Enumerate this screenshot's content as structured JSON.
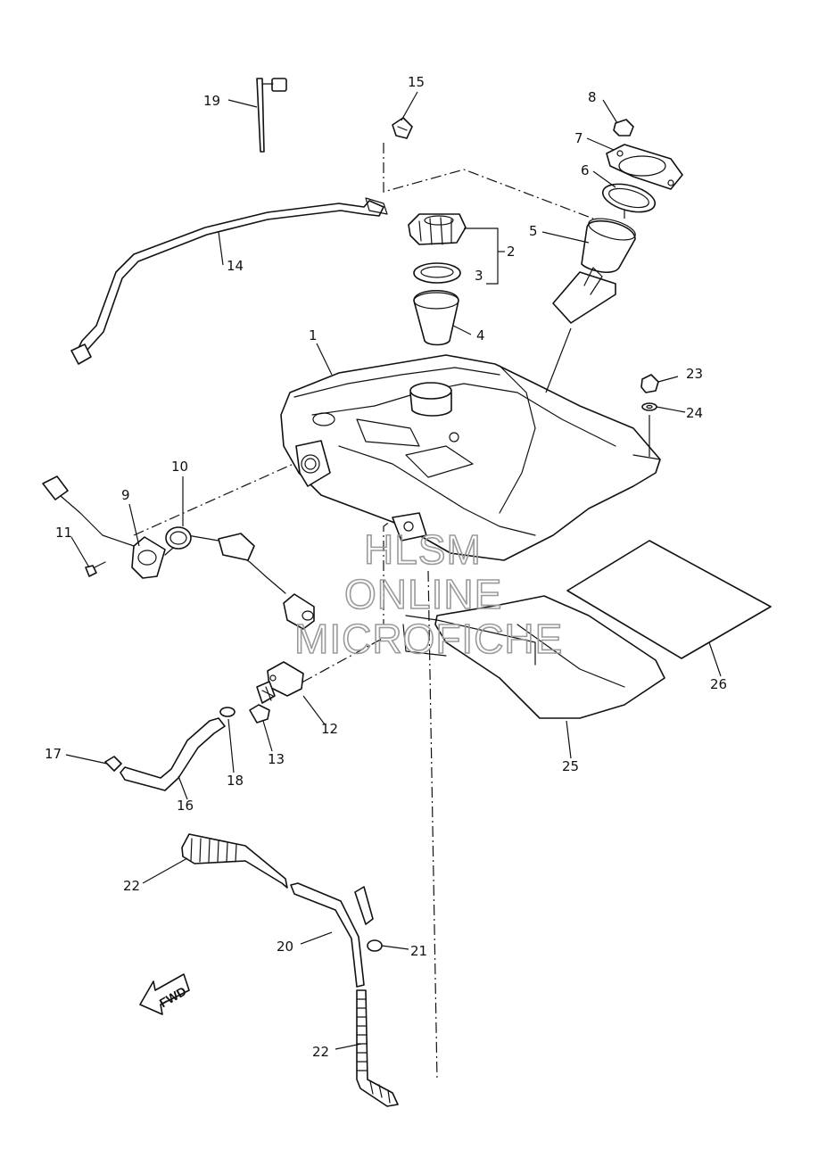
{
  "callouts": {
    "c1": "1",
    "c2": "2",
    "c3": "3",
    "c4": "4",
    "c5": "5",
    "c6": "6",
    "c7": "7",
    "c8": "8",
    "c9": "9",
    "c10": "10",
    "c11": "11",
    "c12": "12",
    "c13": "13",
    "c14": "14",
    "c15": "15",
    "c16": "16",
    "c17": "17",
    "c18": "18",
    "c19": "19",
    "c20": "20",
    "c21": "21",
    "c22a": "22",
    "c22b": "22",
    "c23": "23",
    "c24": "24",
    "c25": "25",
    "c26": "26"
  },
  "watermark": {
    "line1": "HLSM",
    "line2": "ONLINE",
    "line3": "MICROFICHE"
  },
  "direction_arrow": {
    "label": "FWD"
  },
  "colors": {
    "ink": "#111111",
    "paper": "#ffffff",
    "watermark": "#9a9a9a"
  }
}
